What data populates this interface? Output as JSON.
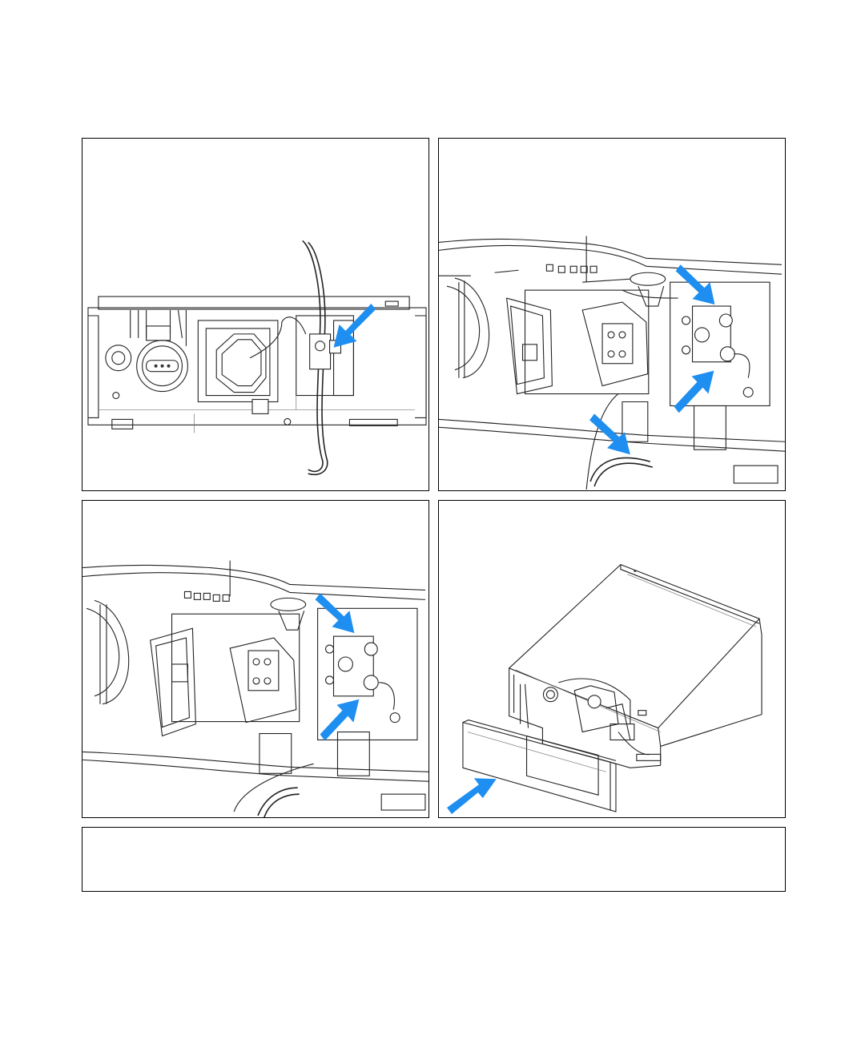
{
  "colors": {
    "accent": "#1e8ef0",
    "line": "#222222",
    "panel_border": "#000000"
  },
  "figures": [
    {
      "id": "view-front-open",
      "arrows": 1
    },
    {
      "id": "view-valve-closeup-disconnect",
      "arrows": 3
    },
    {
      "id": "view-valve-closeup-screws",
      "arrows": 2
    },
    {
      "id": "view-module-front-cover",
      "arrows": 1
    }
  ],
  "note": {
    "text": ""
  }
}
